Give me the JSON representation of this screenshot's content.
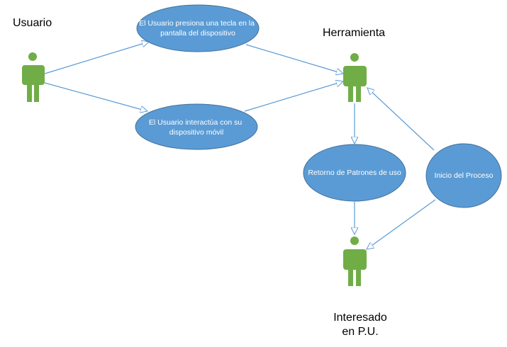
{
  "colors": {
    "usecase_fill": "#5B9BD5",
    "usecase_stroke": "#41719C",
    "actor_fill": "#70AD47",
    "connector": "#5B9BD5",
    "label_text": "#000000",
    "usecase_text": "#FFFFFF"
  },
  "actors": [
    {
      "id": "usuario",
      "label_lines": [
        "Usuario"
      ]
    },
    {
      "id": "herramienta",
      "label_lines": [
        "Herramienta"
      ]
    },
    {
      "id": "interesado",
      "label_lines": [
        "Interesado",
        "en P.U."
      ]
    }
  ],
  "use_cases": [
    {
      "id": "uc1",
      "lines": [
        "El Usuario presiona una tecla en la",
        "pantalla del dispositivo"
      ]
    },
    {
      "id": "uc2",
      "lines": [
        "El Usuario interactúa con su",
        "dispositivo móvil"
      ]
    },
    {
      "id": "uc3",
      "lines": [
        "Retorno de Patrones de uso"
      ]
    },
    {
      "id": "uc4",
      "lines": [
        "Inicio del Proceso"
      ]
    }
  ],
  "connections": [
    {
      "from": "usuario",
      "to": "uc1"
    },
    {
      "from": "usuario",
      "to": "uc2"
    },
    {
      "from": "uc1",
      "to": "herramienta"
    },
    {
      "from": "uc2",
      "to": "herramienta"
    },
    {
      "from": "herramienta",
      "to": "uc3"
    },
    {
      "from": "uc3",
      "to": "interesado"
    },
    {
      "from": "uc4",
      "to": "herramienta"
    },
    {
      "from": "uc4",
      "to": "interesado"
    }
  ]
}
